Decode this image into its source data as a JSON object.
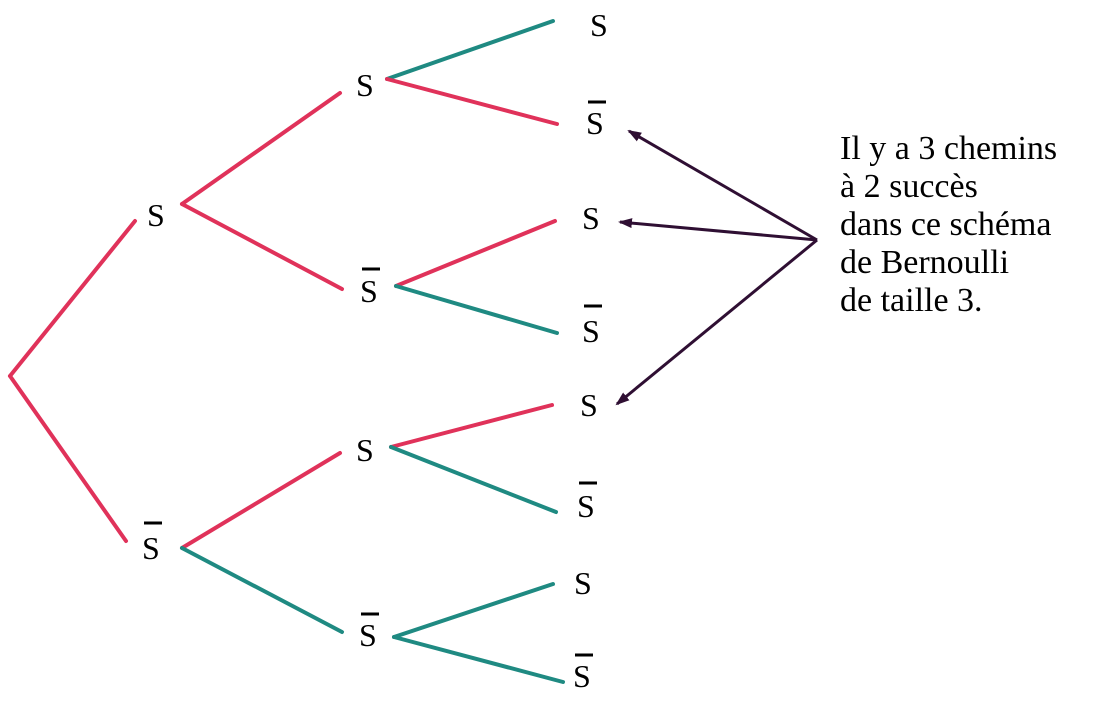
{
  "colors": {
    "success_branch": "#e0325a",
    "failure_branch": "#1f8a82",
    "arrow": "#2f0f33",
    "text": "#000000"
  },
  "nodes": {
    "level1": [
      {
        "label": "S",
        "complement": false
      },
      {
        "label": "S",
        "complement": true
      }
    ],
    "level2": [
      {
        "label": "S",
        "complement": false
      },
      {
        "label": "S",
        "complement": true
      },
      {
        "label": "S",
        "complement": false
      },
      {
        "label": "S",
        "complement": true
      }
    ],
    "level3": [
      {
        "label": "S",
        "complement": false
      },
      {
        "label": "S",
        "complement": true
      },
      {
        "label": "S",
        "complement": false
      },
      {
        "label": "S",
        "complement": true
      },
      {
        "label": "S",
        "complement": false
      },
      {
        "label": "S",
        "complement": true
      },
      {
        "label": "S",
        "complement": false
      },
      {
        "label": "S",
        "complement": true
      }
    ]
  },
  "highlighted_leaves": [
    1,
    2,
    4
  ],
  "annotation": {
    "lines": [
      "Il y a 3 chemins",
      "à 2 succès",
      "dans ce schéma",
      "de Bernoulli",
      "de taille 3."
    ]
  }
}
